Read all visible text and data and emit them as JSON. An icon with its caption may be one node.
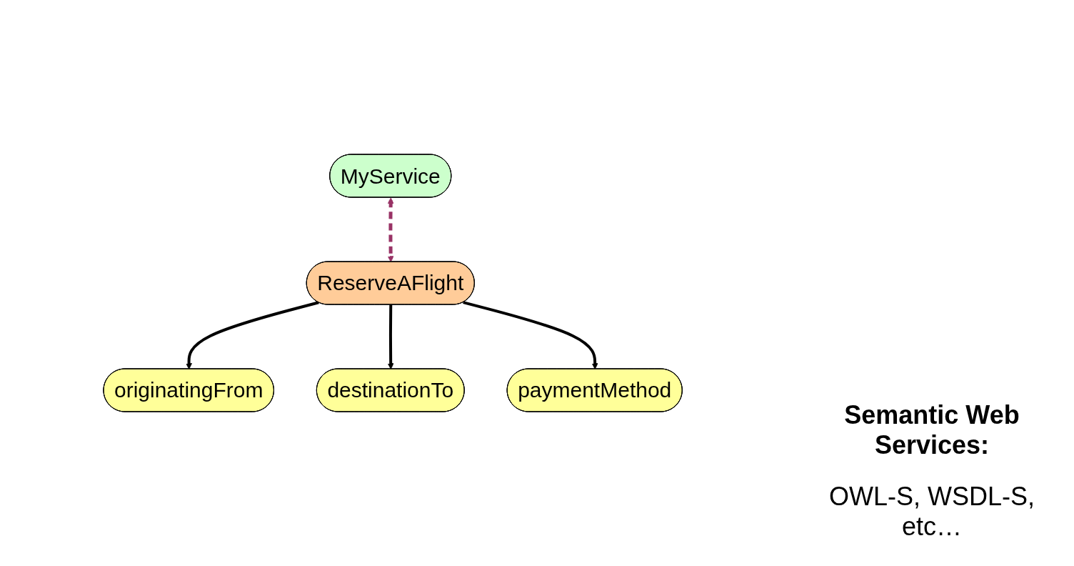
{
  "diagram": {
    "nodes": [
      {
        "text": [
          "ReserveAFlight"
        ]
      },
      {
        "text": [
          "originatingFrom"
        ]
      },
      {
        "text": [
          "destinationTo"
        ]
      },
      {
        "text": [
          "paymentMethod"
        ]
      },
      {
        "text": [
          "MyService"
        ]
      }
    ],
    "edges": [
      {
        "from": 0,
        "to": 1,
        "arrow": "to"
      },
      {
        "from": 0,
        "to": 2,
        "arrow": "to"
      },
      {
        "from": 0,
        "to": 3,
        "arrow": "to"
      },
      {
        "from": 4,
        "to": 0,
        "arrow": "both",
        "style": "dashed",
        "color": "#993366"
      }
    ],
    "labels": [
      "Semantic Web Services:",
      "OWL-S, WSDL-S, etc…"
    ]
  }
}
